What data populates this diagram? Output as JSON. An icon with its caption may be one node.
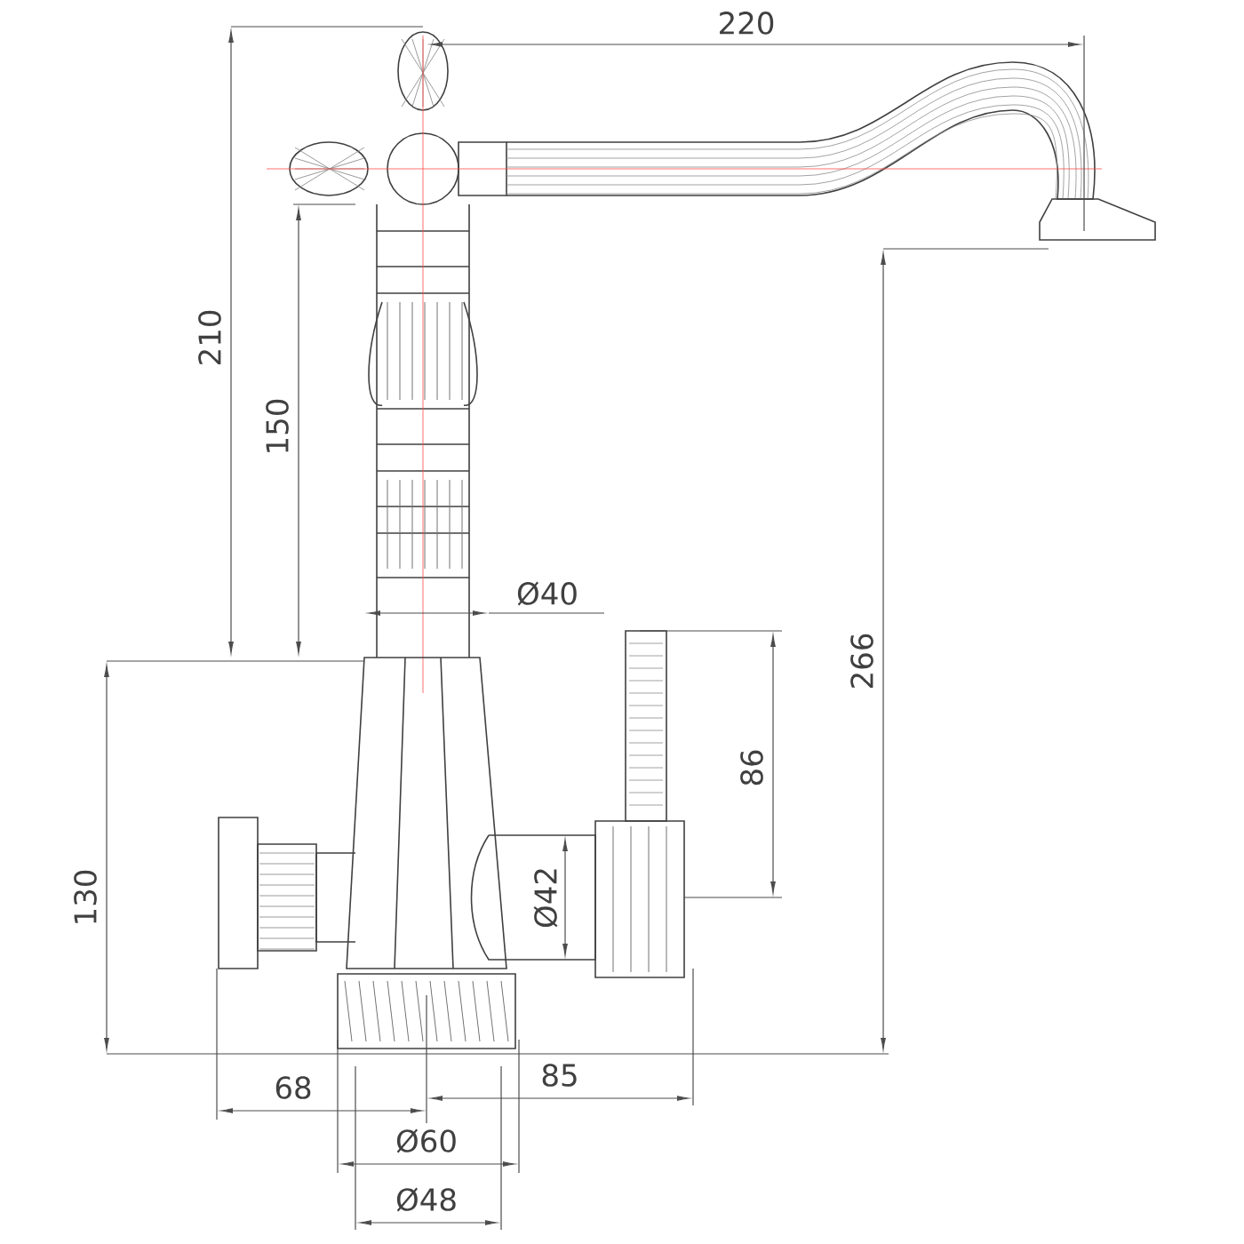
{
  "diagram": {
    "labels": [
      "220",
      "210",
      "150",
      "Ø40",
      "266",
      "86",
      "130",
      "Ø42",
      "68",
      "85",
      "Ø60",
      "Ø48"
    ]
  }
}
